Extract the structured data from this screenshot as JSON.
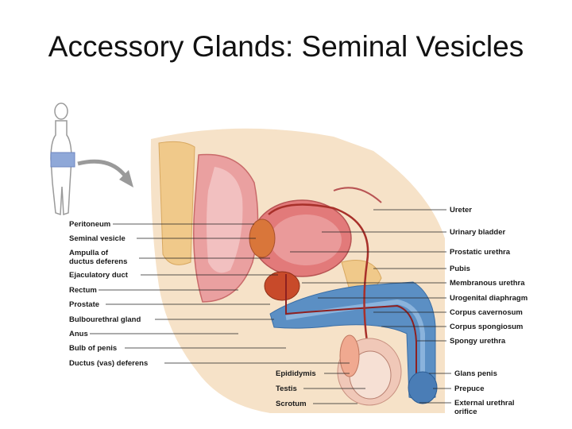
{
  "title": "Accessory Glands: Seminal Vesicles",
  "colors": {
    "skin": "#f4dcc0",
    "bone": "#f0c98a",
    "muscle": "#e58a8a",
    "bladder": "#e27a7a",
    "erectile": "#5b8fc4",
    "gland": "#c84a2a",
    "testis": "#f0a990"
  },
  "labels_left": [
    "Peritoneum",
    "Seminal vesicle",
    "Ampulla of",
    "ductus deferens",
    "Ejaculatory duct",
    "Rectum",
    "Prostate",
    "Bulbourethral gland",
    "Anus",
    "Bulb of penis",
    "Ductus (vas) deferens"
  ],
  "labels_right": [
    "Ureter",
    "Urinary bladder",
    "Prostatic urethra",
    "Pubis",
    "Membranous urethra",
    "Urogenital diaphragm",
    "Corpus cavernosum",
    "Corpus spongiosum",
    "Spongy urethra",
    "Glans penis",
    "Prepuce",
    "External urethral",
    "orifice"
  ],
  "labels_bottom": [
    "Epididymis",
    "Testis",
    "Scrotum"
  ]
}
